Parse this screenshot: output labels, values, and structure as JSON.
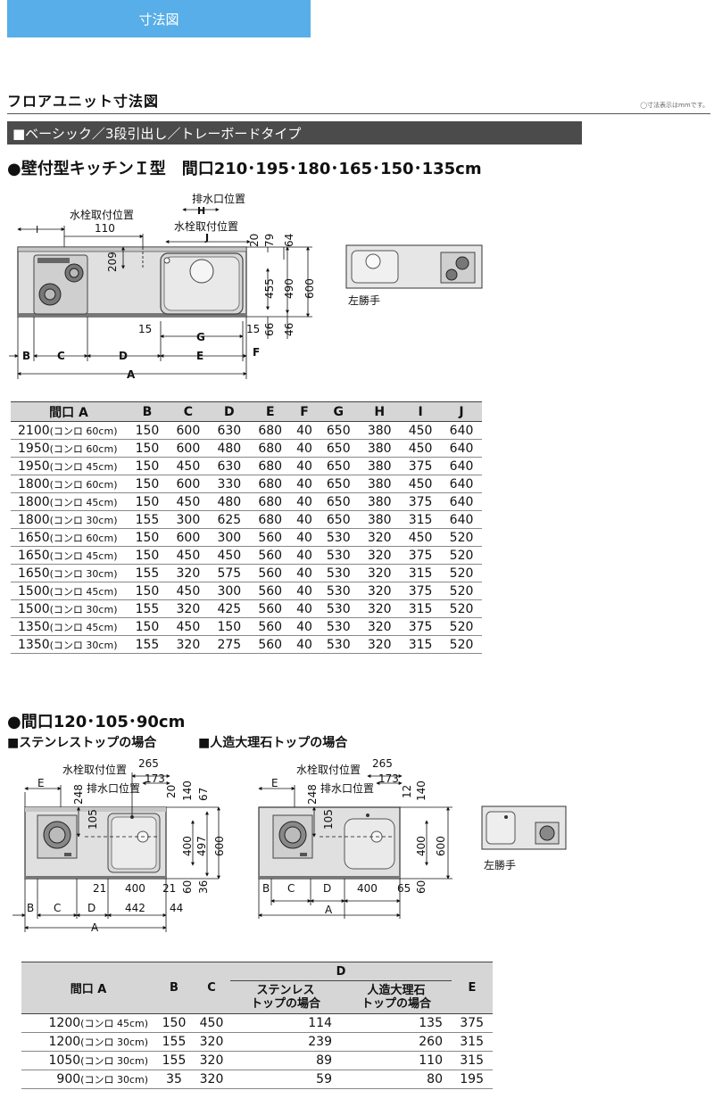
{
  "tab": {
    "label": "寸法図"
  },
  "page_title": "フロアユニット寸法図",
  "unit_note": "◯寸法表示はmmです。",
  "band": "■ベーシック／3段引出し／トレーボードタイプ",
  "section1": {
    "heading": "●壁付型キッチンＩ型　間口210･195･180･165･150･135cm",
    "diagram_labels": {
      "drain_position": "排水口位置",
      "faucet_position_j": "水栓取付位置",
      "faucet_position_i": "水栓取付位置",
      "H": "H",
      "I": "I",
      "J": "J",
      "val_110": "110",
      "val_209": "209",
      "val_20": "20",
      "val_79": "79",
      "val_64": "64",
      "val_455": "455",
      "val_490": "490",
      "val_600": "600",
      "val_66": "66",
      "val_46": "46",
      "val_15a": "15",
      "val_15b": "15",
      "G": "G",
      "B": "B",
      "C": "C",
      "D": "D",
      "E": "E",
      "F": "F",
      "A": "A",
      "left_hand": "左勝手"
    },
    "table": {
      "headers": [
        "間口 A",
        "B",
        "C",
        "D",
        "E",
        "F",
        "G",
        "H",
        "I",
        "J"
      ],
      "rows": [
        {
          "w": "2100",
          "k": "(コンロ 60cm)",
          "v": [
            "150",
            "600",
            "630",
            "680",
            "40",
            "650",
            "380",
            "450",
            "640"
          ]
        },
        {
          "w": "1950",
          "k": "(コンロ 60cm)",
          "v": [
            "150",
            "600",
            "480",
            "680",
            "40",
            "650",
            "380",
            "450",
            "640"
          ]
        },
        {
          "w": "1950",
          "k": "(コンロ 45cm)",
          "v": [
            "150",
            "450",
            "630",
            "680",
            "40",
            "650",
            "380",
            "375",
            "640"
          ]
        },
        {
          "w": "1800",
          "k": "(コンロ 60cm)",
          "v": [
            "150",
            "600",
            "330",
            "680",
            "40",
            "650",
            "380",
            "450",
            "640"
          ]
        },
        {
          "w": "1800",
          "k": "(コンロ 45cm)",
          "v": [
            "150",
            "450",
            "480",
            "680",
            "40",
            "650",
            "380",
            "375",
            "640"
          ]
        },
        {
          "w": "1800",
          "k": "(コンロ 30cm)",
          "v": [
            "155",
            "300",
            "625",
            "680",
            "40",
            "650",
            "380",
            "315",
            "640"
          ]
        },
        {
          "w": "1650",
          "k": "(コンロ 60cm)",
          "v": [
            "150",
            "600",
            "300",
            "560",
            "40",
            "530",
            "320",
            "450",
            "520"
          ]
        },
        {
          "w": "1650",
          "k": "(コンロ 45cm)",
          "v": [
            "150",
            "450",
            "450",
            "560",
            "40",
            "530",
            "320",
            "375",
            "520"
          ]
        },
        {
          "w": "1650",
          "k": "(コンロ 30cm)",
          "v": [
            "155",
            "320",
            "575",
            "560",
            "40",
            "530",
            "320",
            "315",
            "520"
          ]
        },
        {
          "w": "1500",
          "k": "(コンロ 45cm)",
          "v": [
            "150",
            "450",
            "300",
            "560",
            "40",
            "530",
            "320",
            "375",
            "520"
          ]
        },
        {
          "w": "1500",
          "k": "(コンロ 30cm)",
          "v": [
            "155",
            "320",
            "425",
            "560",
            "40",
            "530",
            "320",
            "315",
            "520"
          ]
        },
        {
          "w": "1350",
          "k": "(コンロ 45cm)",
          "v": [
            "150",
            "450",
            "150",
            "560",
            "40",
            "530",
            "320",
            "375",
            "520"
          ]
        },
        {
          "w": "1350",
          "k": "(コンロ 30cm)",
          "v": [
            "155",
            "320",
            "275",
            "560",
            "40",
            "530",
            "320",
            "315",
            "520"
          ]
        }
      ]
    }
  },
  "section2": {
    "heading": "●間口120･105･90cm",
    "sub_stainless": "■ステンレストップの場合",
    "sub_marble": "■人造大理石トップの場合",
    "diagram_labels": {
      "faucet": "水栓取付位置",
      "drain": "排水口位置",
      "E": "E",
      "B": "B",
      "C": "C",
      "D": "D",
      "A": "A",
      "v265": "265",
      "v173": "173",
      "v248": "248",
      "v105": "105",
      "v20": "20",
      "v140": "140",
      "v67": "67",
      "v400": "400",
      "v497": "497",
      "v600": "600",
      "v60": "60",
      "v36": "36",
      "v21a": "21",
      "v400w": "400",
      "v21b": "21",
      "v442": "442",
      "v44": "44",
      "m265": "265",
      "m173": "173",
      "m248": "248",
      "m105": "105",
      "m12": "12",
      "m140": "140",
      "m400": "400",
      "m600": "600",
      "m400w": "400",
      "m65": "65",
      "m60": "60",
      "left_hand": "左勝手"
    },
    "table": {
      "h_width": "間口 A",
      "h_B": "B",
      "h_C": "C",
      "h_D": "D",
      "h_E": "E",
      "h_stainless_1": "ステンレス",
      "h_stainless_2": "トップの場合",
      "h_marble_1": "人造大理石",
      "h_marble_2": "トップの場合",
      "rows": [
        {
          "w": "1200",
          "k": "(コンロ 45cm)",
          "v": [
            "150",
            "450",
            "114",
            "135",
            "375"
          ]
        },
        {
          "w": "1200",
          "k": "(コンロ 30cm)",
          "v": [
            "155",
            "320",
            "239",
            "260",
            "315"
          ]
        },
        {
          "w": "1050",
          "k": "(コンロ 30cm)",
          "v": [
            "155",
            "320",
            "89",
            "110",
            "315"
          ]
        },
        {
          "w": "900",
          "k": "(コンロ 30cm)",
          "v": [
            "35",
            "320",
            "59",
            "80",
            "195"
          ]
        }
      ]
    }
  }
}
